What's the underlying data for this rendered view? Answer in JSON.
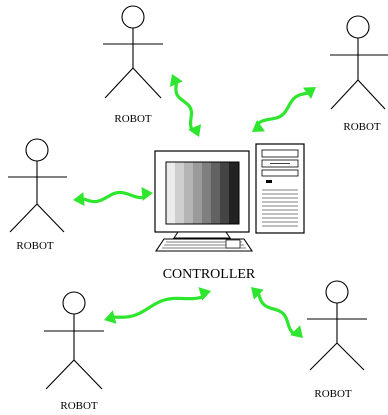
{
  "controller": {
    "label": "CONTROLLER"
  },
  "robots": [
    {
      "label": "ROBOT"
    },
    {
      "label": "ROBOT"
    },
    {
      "label": "ROBOT"
    },
    {
      "label": "ROBOT"
    },
    {
      "label": "ROBOT"
    }
  ],
  "colors": {
    "arrow": "#2ee62e",
    "line": "#000000",
    "background": "#ffffff"
  }
}
